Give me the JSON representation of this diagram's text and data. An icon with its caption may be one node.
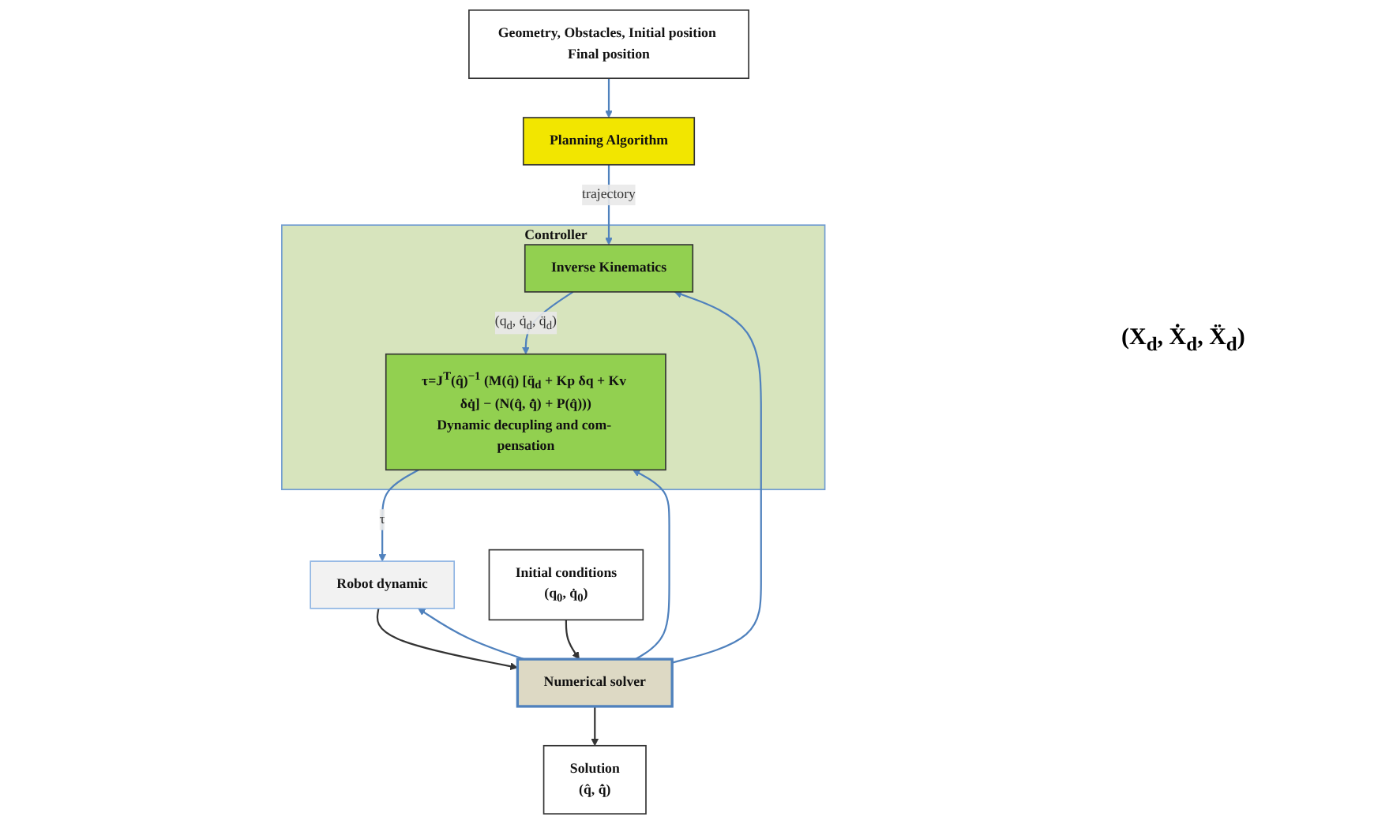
{
  "diagram": {
    "nodes": [
      {
        "text": [
          "Geometry, Obstacles, Initial position Final position"
        ]
      },
      {
        "text": [
          "Controller"
        ]
      },
      {
        "text": [
          "Planning Algorithm"
        ]
      },
      {
        "text": [
          "Inverse Kinematics"
        ],
        "in": 1
      },
      {
        "text": [
          "τ=J$^{T}$(q̂)$^{−1}$ (M(q̂) [q̈$_{d}$ + Kp δq + Kv δq̇] − (N(q̂, q̂̇) + P(q̂)))",
          "Dynamic decupling and com- pensation"
        ],
        "in": 1
      },
      {
        "text": [
          "Robot dynamic"
        ]
      },
      {
        "text": [
          "Initial conditions",
          "(q$_{0}$, q̇$_{0}$)"
        ]
      },
      {
        "text": [
          "Numerical solver"
        ]
      },
      {
        "text": [
          "Solution",
          "(q̂, q̂̇)"
        ]
      }
    ],
    "edges": [
      {
        "from": 0,
        "to": 2,
        "arrow": "to"
      },
      {
        "from": 2,
        "to": 3,
        "arrow": "to",
        "label": "trajectory"
      },
      {
        "from": 3,
        "to": 4,
        "arrow": "to",
        "label": "(q$_{d}$, q̇$_{d}$, q̈$_{d}$)"
      },
      {
        "from": 4,
        "to": 5,
        "arrow": "to",
        "label": "τ"
      },
      {
        "from": 5,
        "to": 7,
        "arrow": "to",
        "color": "#333333"
      },
      {
        "from": 6,
        "to": 7,
        "arrow": "to",
        "color": "#333333"
      },
      {
        "from": 7,
        "to": 8,
        "arrow": "to",
        "color": "#333333"
      },
      {
        "from": 7,
        "to": 5,
        "arrow": "to"
      },
      {
        "from": 7,
        "to": 4,
        "arrow": "to"
      },
      {
        "from": 7,
        "to": 3,
        "arrow": "to"
      }
    ],
    "labels": [
      "(X$_{d}$, Ẋ$_{d}$, Ẍ$_{d}$)"
    ]
  }
}
